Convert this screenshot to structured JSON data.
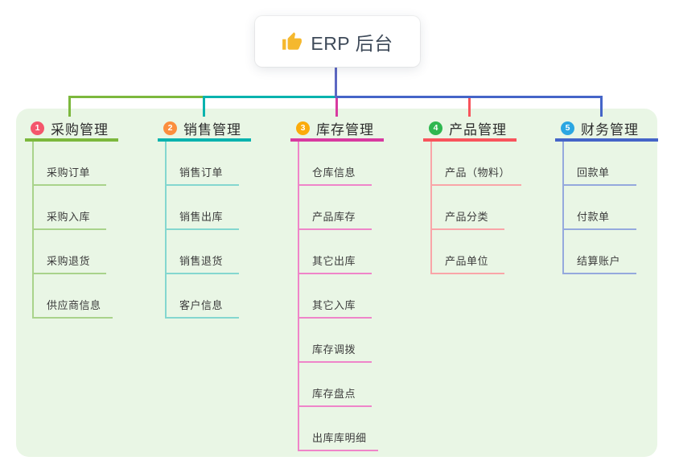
{
  "root": {
    "title": "ERP 后台",
    "icon": "thumbs-up-icon"
  },
  "branches": [
    {
      "badge": "1",
      "title": "采购管理",
      "color": "#7cb83d",
      "light_color": "#a9d38b",
      "badge_color": "#f4566c",
      "items": [
        "采购订单",
        "采购入库",
        "采购退货",
        "供应商信息"
      ]
    },
    {
      "badge": "2",
      "title": "销售管理",
      "color": "#09b3ae",
      "light_color": "#84d7cf",
      "badge_color": "#fb8e3e",
      "items": [
        "销售订单",
        "销售出库",
        "销售退货",
        "客户信息"
      ]
    },
    {
      "badge": "3",
      "title": "库存管理",
      "color": "#d83aa0",
      "light_color": "#ef85c9",
      "badge_color": "#fbab0b",
      "items": [
        "仓库信息",
        "产品库存",
        "其它出库",
        "其它入库",
        "库存调拨",
        "库存盘点",
        "出库库明细"
      ]
    },
    {
      "badge": "4",
      "title": "产品管理",
      "color": "#f8545c",
      "light_color": "#f9a5a8",
      "badge_color": "#2fb750",
      "items": [
        "产品（物料）",
        "产品分类",
        "产品单位"
      ]
    },
    {
      "badge": "5",
      "title": "财务管理",
      "color": "#4565c8",
      "light_color": "#95a9dd",
      "badge_color": "#2ba6e2",
      "items": [
        "回款单",
        "付款单",
        "结算账户"
      ]
    }
  ],
  "connectors": {
    "trunk_color": "#5d68c3"
  },
  "canvas": {
    "panel_bg": "#e9f6e5",
    "background": "#ffffff",
    "thumb_color": "#f5b82e"
  }
}
